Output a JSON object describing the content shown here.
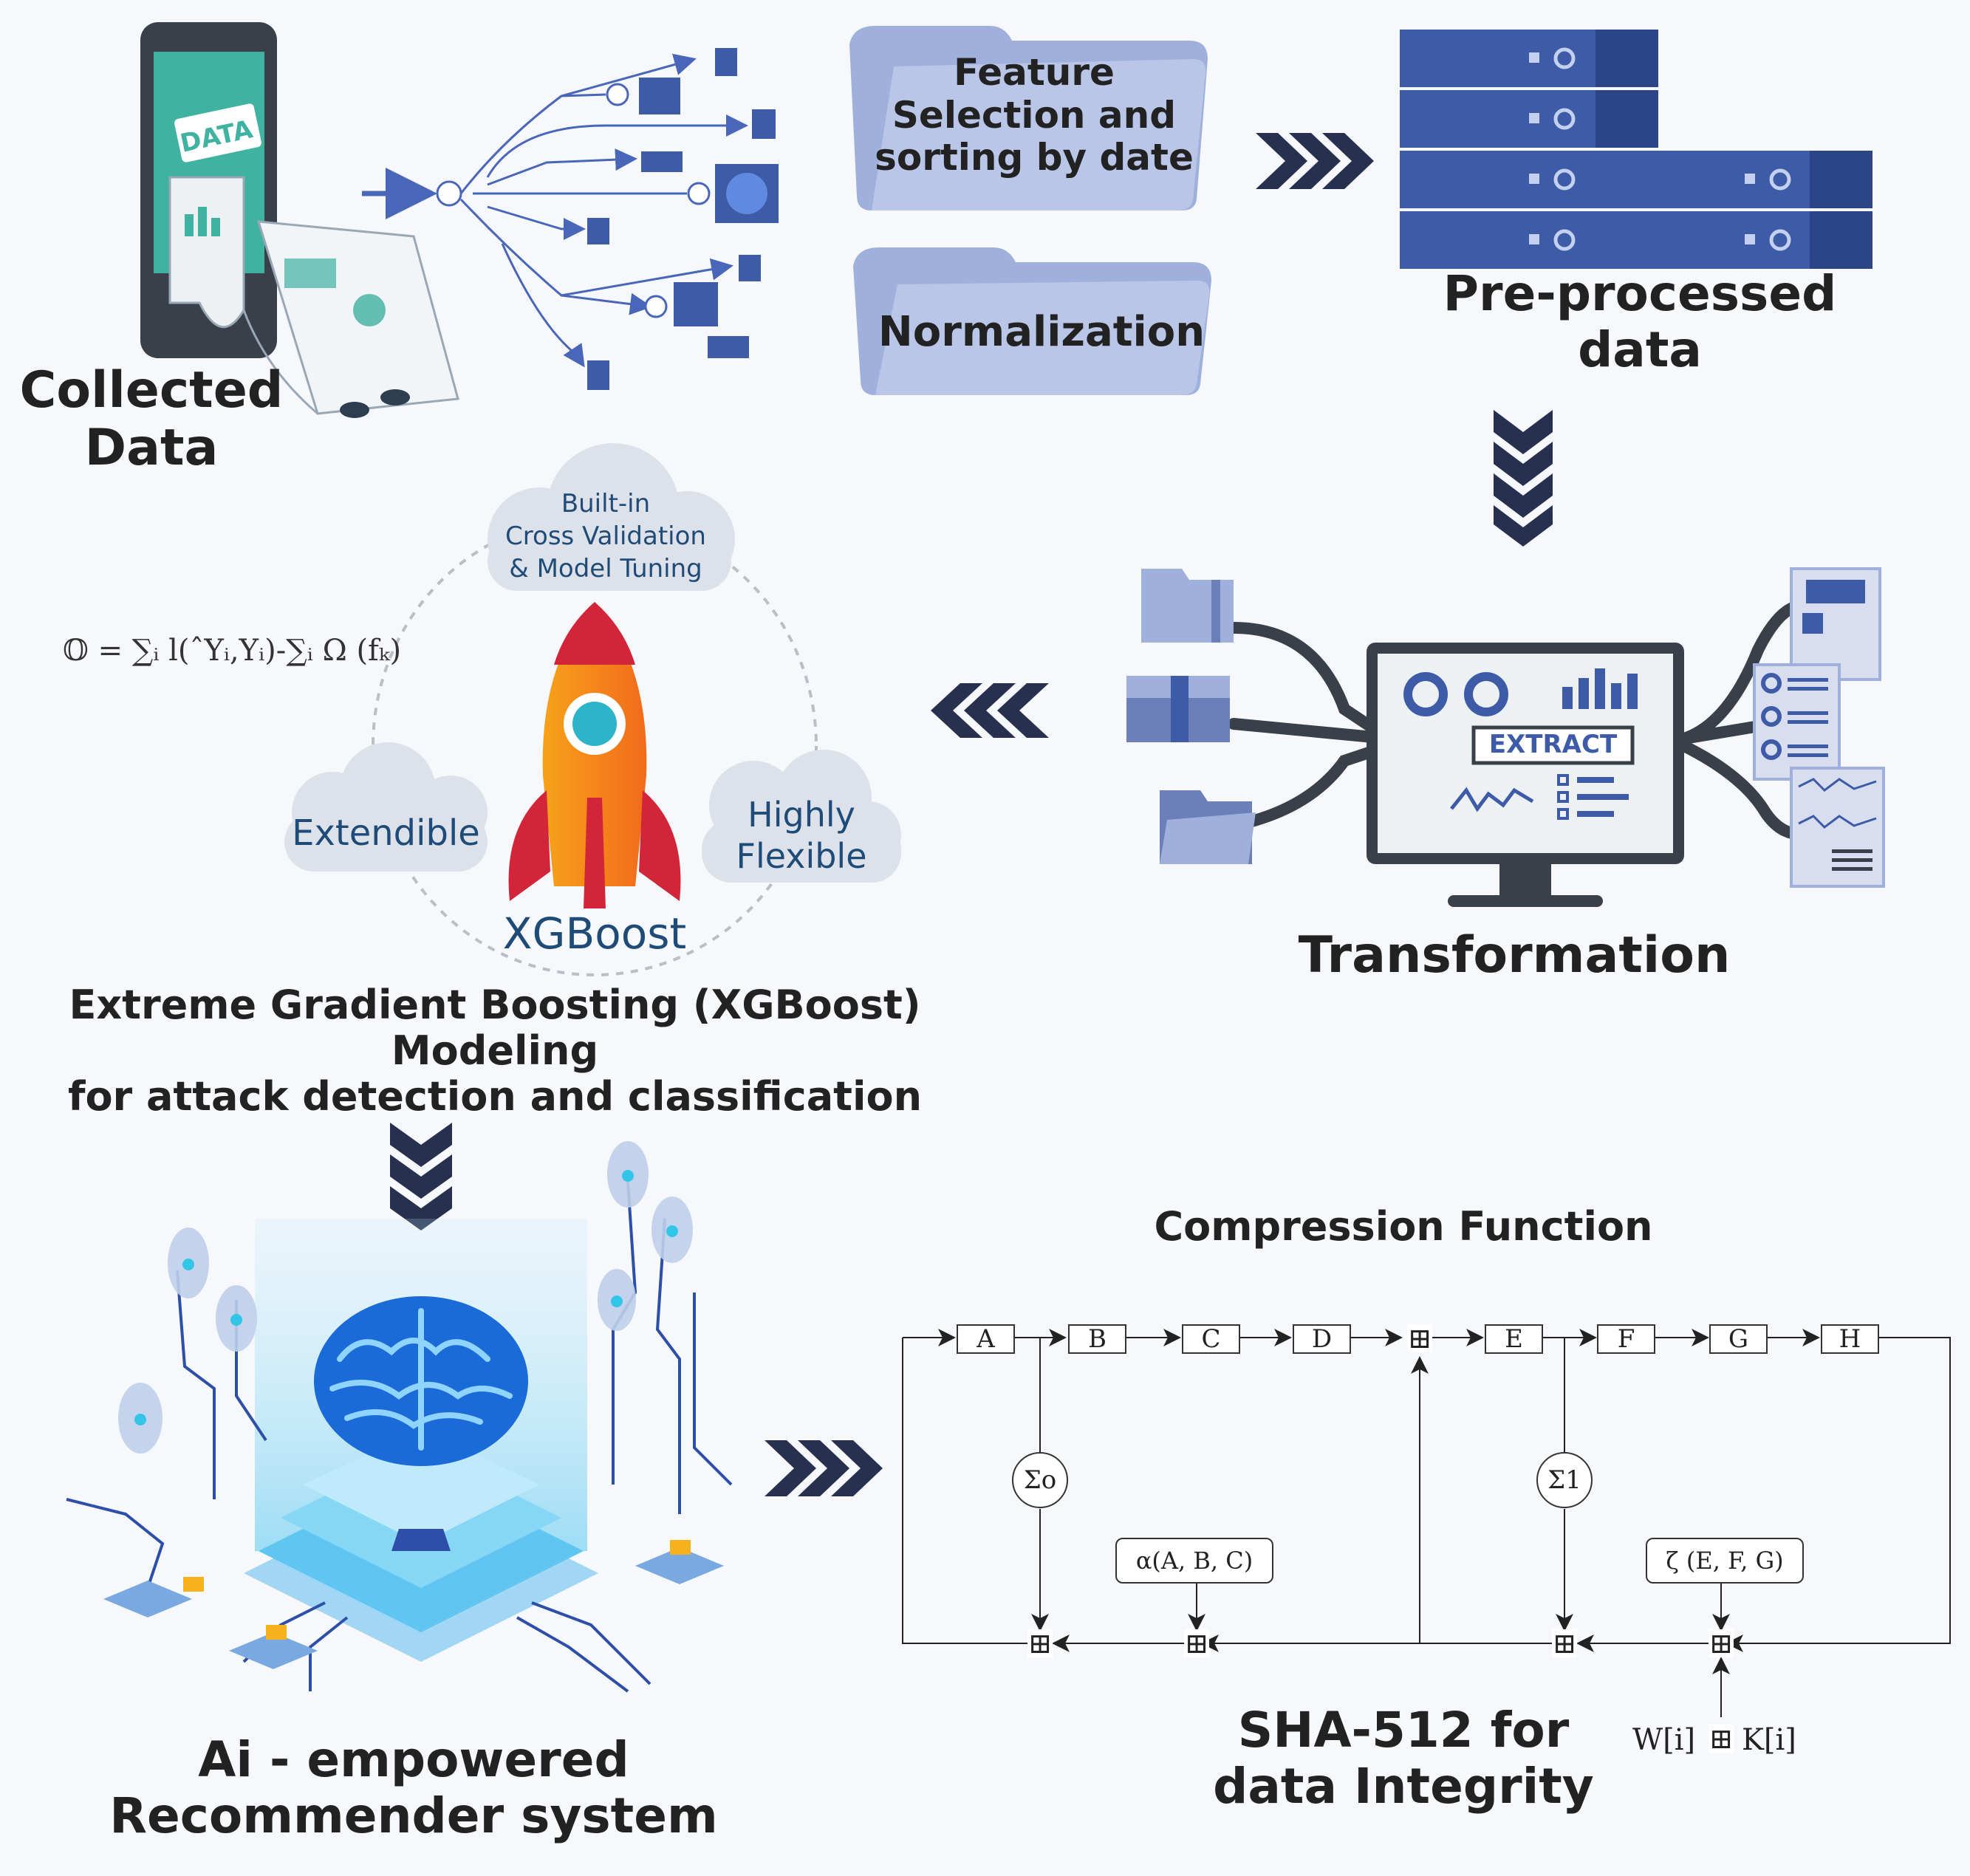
{
  "labels": {
    "collected_data": "Collected\nData",
    "data_card": "DATA",
    "feature_selection": "Feature\nSelection and\nsorting by date",
    "normalization": "Normalization",
    "preprocessed": "Pre-processed\ndata",
    "transformation": "Transformation",
    "extract": "EXTRACT",
    "xgboost_title": "Extreme Gradient Boosting (XGBoost) Modeling\nfor attack detection and  classification",
    "recommender": "Ai - empowered\nRecommender system",
    "sha": "SHA-512 for\ndata Integrity"
  },
  "xgboost": {
    "name": "XGBoost",
    "cloud_top": "Built-in\nCross Validation\n& Model Tuning",
    "cloud_left": "Extendible",
    "cloud_right": "Highly\nFlexible",
    "formula": "𝕆 = ∑ᵢ l(ˆYᵢ,Yᵢ)-∑ᵢ Ω (fₖ)"
  },
  "compression": {
    "title": "Compression Function",
    "registers": [
      "A",
      "B",
      "C",
      "D",
      "E",
      "F",
      "G",
      "H"
    ],
    "adder": "⊞",
    "sigma0": "Σo",
    "sigma1": "Σ1",
    "maj": "α(A, B, C)",
    "ch": "ζ (E, F, G)",
    "w": "W[i]",
    "k": "K[i]"
  },
  "colors": {
    "navy": "#27314f",
    "server_blue": "#3d5ba6",
    "folder": "#9fb0dc",
    "ink": "#222222",
    "xgb_blue": "#1f4b78",
    "brain": "#1a6bd8",
    "cyan": "#33c5e8"
  }
}
